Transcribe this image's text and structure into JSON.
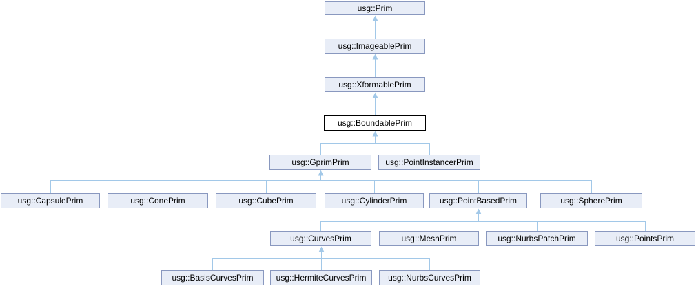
{
  "diagram": {
    "kind": "class-inheritance-graph",
    "highlighted_node": "usg::BoundablePrim",
    "colors": {
      "node_fill": "#E8EDF7",
      "node_border": "#8998BF",
      "edge": "#A2C8E8",
      "highlight_fill": "#FFFFFF",
      "highlight_border": "#000000",
      "text": "#000000",
      "background": "#FFFFFF"
    },
    "nodes": [
      {
        "id": "prim",
        "label": "usg::Prim",
        "highlighted": false
      },
      {
        "id": "imageable",
        "label": "usg::ImageablePrim",
        "highlighted": false
      },
      {
        "id": "xformable",
        "label": "usg::XformablePrim",
        "highlighted": false
      },
      {
        "id": "boundable",
        "label": "usg::BoundablePrim",
        "highlighted": true
      },
      {
        "id": "gprim",
        "label": "usg::GprimPrim",
        "highlighted": false
      },
      {
        "id": "pointinstancer",
        "label": "usg::PointInstancerPrim",
        "highlighted": false
      },
      {
        "id": "capsule",
        "label": "usg::CapsulePrim",
        "highlighted": false
      },
      {
        "id": "cone",
        "label": "usg::ConePrim",
        "highlighted": false
      },
      {
        "id": "cube",
        "label": "usg::CubePrim",
        "highlighted": false
      },
      {
        "id": "cylinder",
        "label": "usg::CylinderPrim",
        "highlighted": false
      },
      {
        "id": "pointbased",
        "label": "usg::PointBasedPrim",
        "highlighted": false
      },
      {
        "id": "sphere",
        "label": "usg::SpherePrim",
        "highlighted": false
      },
      {
        "id": "curves",
        "label": "usg::CurvesPrim",
        "highlighted": false
      },
      {
        "id": "mesh",
        "label": "usg::MeshPrim",
        "highlighted": false
      },
      {
        "id": "nurbspatch",
        "label": "usg::NurbsPatchPrim",
        "highlighted": false
      },
      {
        "id": "points",
        "label": "usg::PointsPrim",
        "highlighted": false
      },
      {
        "id": "basiscurves",
        "label": "usg::BasisCurvesPrim",
        "highlighted": false
      },
      {
        "id": "hermitecurves",
        "label": "usg::HermiteCurvesPrim",
        "highlighted": false
      },
      {
        "id": "nurbscurves",
        "label": "usg::NurbsCurvesPrim",
        "highlighted": false
      }
    ],
    "edges": [
      {
        "child": "usg::ImageablePrim",
        "parent": "usg::Prim"
      },
      {
        "child": "usg::XformablePrim",
        "parent": "usg::ImageablePrim"
      },
      {
        "child": "usg::BoundablePrim",
        "parent": "usg::XformablePrim"
      },
      {
        "child": "usg::GprimPrim",
        "parent": "usg::BoundablePrim"
      },
      {
        "child": "usg::PointInstancerPrim",
        "parent": "usg::BoundablePrim"
      },
      {
        "child": "usg::CapsulePrim",
        "parent": "usg::GprimPrim"
      },
      {
        "child": "usg::ConePrim",
        "parent": "usg::GprimPrim"
      },
      {
        "child": "usg::CubePrim",
        "parent": "usg::GprimPrim"
      },
      {
        "child": "usg::CylinderPrim",
        "parent": "usg::GprimPrim"
      },
      {
        "child": "usg::PointBasedPrim",
        "parent": "usg::GprimPrim"
      },
      {
        "child": "usg::SpherePrim",
        "parent": "usg::GprimPrim"
      },
      {
        "child": "usg::CurvesPrim",
        "parent": "usg::PointBasedPrim"
      },
      {
        "child": "usg::MeshPrim",
        "parent": "usg::PointBasedPrim"
      },
      {
        "child": "usg::NurbsPatchPrim",
        "parent": "usg::PointBasedPrim"
      },
      {
        "child": "usg::PointsPrim",
        "parent": "usg::PointBasedPrim"
      },
      {
        "child": "usg::BasisCurvesPrim",
        "parent": "usg::CurvesPrim"
      },
      {
        "child": "usg::HermiteCurvesPrim",
        "parent": "usg::CurvesPrim"
      },
      {
        "child": "usg::NurbsCurvesPrim",
        "parent": "usg::CurvesPrim"
      }
    ]
  }
}
